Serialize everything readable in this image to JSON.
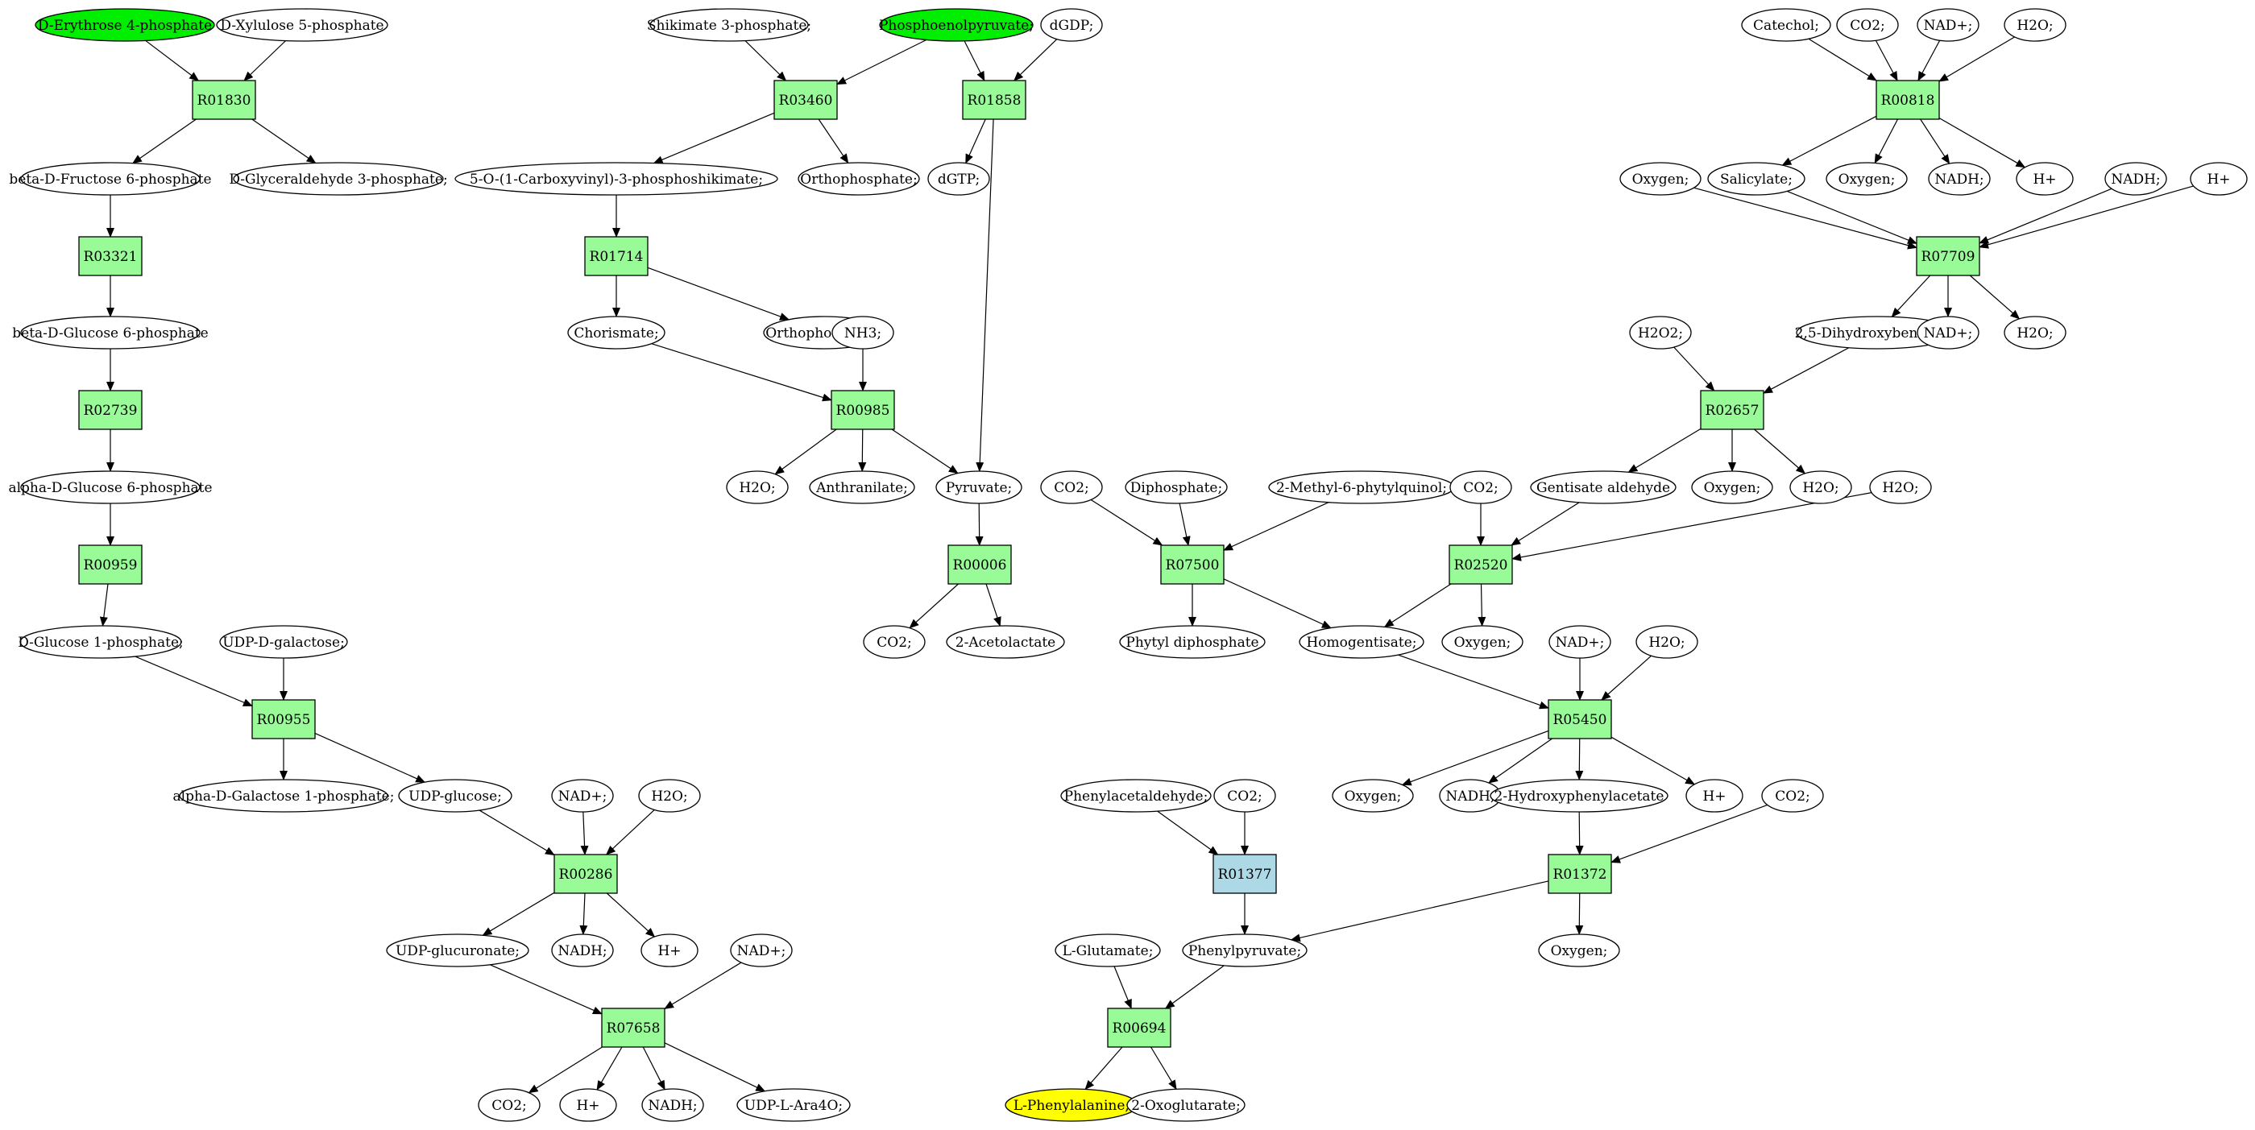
{
  "colors": {
    "compound": "#ffffff",
    "source": "#00ee00",
    "target": "#ffff00",
    "reaction": "#98fb98",
    "reaction_highlight": "#add8e6"
  },
  "compounds": [
    {
      "id": "c1",
      "label": "D-Erythrose 4-phosphate",
      "style": "source"
    },
    {
      "id": "c2",
      "label": "D-Xylulose 5-phosphate"
    },
    {
      "id": "c3",
      "label": "beta-D-Fructose 6-phosphate"
    },
    {
      "id": "c4",
      "label": "D-Glyceraldehyde 3-phosphate;"
    },
    {
      "id": "c5",
      "label": "beta-D-Glucose 6-phosphate"
    },
    {
      "id": "c6",
      "label": "alpha-D-Glucose 6-phosphate"
    },
    {
      "id": "c7",
      "label": "D-Glucose 1-phosphate;"
    },
    {
      "id": "c8",
      "label": "UDP-D-galactose;"
    },
    {
      "id": "c9",
      "label": "alpha-D-Galactose 1-phosphate;"
    },
    {
      "id": "c10",
      "label": "UDP-glucose;"
    },
    {
      "id": "c11",
      "label": "NAD+;"
    },
    {
      "id": "c12",
      "label": "H2O;"
    },
    {
      "id": "c13",
      "label": "UDP-glucuronate;"
    },
    {
      "id": "c14",
      "label": "NADH;"
    },
    {
      "id": "c15",
      "label": "H+"
    },
    {
      "id": "c16",
      "label": "NAD+;"
    },
    {
      "id": "c17",
      "label": "CO2;"
    },
    {
      "id": "c18",
      "label": "H+"
    },
    {
      "id": "c19",
      "label": "NADH;"
    },
    {
      "id": "c20",
      "label": "UDP-L-Ara4O;"
    },
    {
      "id": "c21",
      "label": "Shikimate 3-phosphate;"
    },
    {
      "id": "c22",
      "label": "Phosphoenolpyruvate;",
      "style": "source"
    },
    {
      "id": "c23",
      "label": "dGDP;"
    },
    {
      "id": "c24",
      "label": "5-O-(1-Carboxyvinyl)-3-phosphoshikimate;"
    },
    {
      "id": "c25",
      "label": "Orthophosphate;"
    },
    {
      "id": "c26",
      "label": "dGTP;"
    },
    {
      "id": "c27",
      "label": "Chorismate;"
    },
    {
      "id": "c28",
      "label": "Orthophosphate;"
    },
    {
      "id": "c29",
      "label": "NH3;"
    },
    {
      "id": "c30",
      "label": "H2O;"
    },
    {
      "id": "c31",
      "label": "Anthranilate;"
    },
    {
      "id": "c32",
      "label": "Pyruvate;"
    },
    {
      "id": "c33",
      "label": "CO2;"
    },
    {
      "id": "c34",
      "label": "2-Acetolactate"
    },
    {
      "id": "c35",
      "label": "Catechol;"
    },
    {
      "id": "c36",
      "label": "CO2;"
    },
    {
      "id": "c37",
      "label": "NAD+;"
    },
    {
      "id": "c38",
      "label": "H2O;"
    },
    {
      "id": "c39",
      "label": "Oxygen;"
    },
    {
      "id": "c40",
      "label": "Salicylate;"
    },
    {
      "id": "c41",
      "label": "Oxygen;"
    },
    {
      "id": "c42",
      "label": "NADH;"
    },
    {
      "id": "c43",
      "label": "H+"
    },
    {
      "id": "c44",
      "label": "NADH;"
    },
    {
      "id": "c45",
      "label": "H+"
    },
    {
      "id": "c46",
      "label": "H2O2;"
    },
    {
      "id": "c47",
      "label": "2,5-Dihydroxybenzoate;"
    },
    {
      "id": "c48",
      "label": "NAD+;"
    },
    {
      "id": "c49",
      "label": "H2O;"
    },
    {
      "id": "c50",
      "label": "CO2;"
    },
    {
      "id": "c51",
      "label": "Diphosphate;"
    },
    {
      "id": "c52",
      "label": "2-Methyl-6-phytylquinol;"
    },
    {
      "id": "c53",
      "label": "CO2;"
    },
    {
      "id": "c54",
      "label": "Gentisate aldehyde"
    },
    {
      "id": "c55",
      "label": "Oxygen;"
    },
    {
      "id": "c56",
      "label": "H2O;"
    },
    {
      "id": "c57",
      "label": "H2O;"
    },
    {
      "id": "c58",
      "label": "Phytyl diphosphate"
    },
    {
      "id": "c59",
      "label": "Homogentisate;"
    },
    {
      "id": "c60",
      "label": "Oxygen;"
    },
    {
      "id": "c61",
      "label": "NAD+;"
    },
    {
      "id": "c62",
      "label": "H2O;"
    },
    {
      "id": "c63",
      "label": "Oxygen;"
    },
    {
      "id": "c64",
      "label": "NADH;"
    },
    {
      "id": "c65",
      "label": "2-Hydroxyphenylacetate"
    },
    {
      "id": "c66",
      "label": "H+"
    },
    {
      "id": "c67",
      "label": "Phenylacetaldehyde;"
    },
    {
      "id": "c68",
      "label": "CO2;"
    },
    {
      "id": "c69",
      "label": "CO2;"
    },
    {
      "id": "c70",
      "label": "L-Glutamate;"
    },
    {
      "id": "c71",
      "label": "Phenylpyruvate;"
    },
    {
      "id": "c72",
      "label": "Oxygen;"
    },
    {
      "id": "c73",
      "label": "L-Phenylalanine;",
      "style": "target"
    },
    {
      "id": "c74",
      "label": "2-Oxoglutarate;"
    }
  ],
  "reactions": [
    {
      "id": "r1",
      "label": "R01830"
    },
    {
      "id": "r2",
      "label": "R03321"
    },
    {
      "id": "r3",
      "label": "R02739"
    },
    {
      "id": "r4",
      "label": "R00959"
    },
    {
      "id": "r5",
      "label": "R00955"
    },
    {
      "id": "r6",
      "label": "R00286"
    },
    {
      "id": "r7",
      "label": "R07658"
    },
    {
      "id": "r8",
      "label": "R03460"
    },
    {
      "id": "r9",
      "label": "R01858"
    },
    {
      "id": "r10",
      "label": "R01714"
    },
    {
      "id": "r11",
      "label": "R00985"
    },
    {
      "id": "r12",
      "label": "R00006"
    },
    {
      "id": "r13",
      "label": "R00818"
    },
    {
      "id": "r14",
      "label": "R07709"
    },
    {
      "id": "r15",
      "label": "R02657"
    },
    {
      "id": "r16",
      "label": "R07500"
    },
    {
      "id": "r17",
      "label": "R02520"
    },
    {
      "id": "r18",
      "label": "R05450"
    },
    {
      "id": "r19",
      "label": "R01377",
      "style": "reaction_highlight"
    },
    {
      "id": "r20",
      "label": "R01372"
    },
    {
      "id": "r21",
      "label": "R00694"
    }
  ],
  "edges": [
    [
      "c1",
      "r1"
    ],
    [
      "c2",
      "r1"
    ],
    [
      "r1",
      "c3"
    ],
    [
      "r1",
      "c4"
    ],
    [
      "c3",
      "r2"
    ],
    [
      "r2",
      "c5"
    ],
    [
      "c5",
      "r3"
    ],
    [
      "r3",
      "c6"
    ],
    [
      "c6",
      "r4"
    ],
    [
      "r4",
      "c7"
    ],
    [
      "c7",
      "r5"
    ],
    [
      "c8",
      "r5"
    ],
    [
      "r5",
      "c9"
    ],
    [
      "r5",
      "c10"
    ],
    [
      "c10",
      "r6"
    ],
    [
      "c11",
      "r6"
    ],
    [
      "c12",
      "r6"
    ],
    [
      "r6",
      "c13"
    ],
    [
      "r6",
      "c14"
    ],
    [
      "r6",
      "c15"
    ],
    [
      "c13",
      "r7"
    ],
    [
      "c16",
      "r7"
    ],
    [
      "r7",
      "c17"
    ],
    [
      "r7",
      "c18"
    ],
    [
      "r7",
      "c19"
    ],
    [
      "r7",
      "c20"
    ],
    [
      "c21",
      "r8"
    ],
    [
      "c22",
      "r8"
    ],
    [
      "r8",
      "c24"
    ],
    [
      "r8",
      "c25"
    ],
    [
      "c22",
      "r9"
    ],
    [
      "c23",
      "r9"
    ],
    [
      "r9",
      "c26"
    ],
    [
      "r9",
      "c32"
    ],
    [
      "c24",
      "r10"
    ],
    [
      "r10",
      "c27"
    ],
    [
      "r10",
      "c28"
    ],
    [
      "c27",
      "r11"
    ],
    [
      "c29",
      "r11"
    ],
    [
      "r11",
      "c30"
    ],
    [
      "r11",
      "c31"
    ],
    [
      "r11",
      "c32"
    ],
    [
      "c32",
      "r12"
    ],
    [
      "r12",
      "c33"
    ],
    [
      "r12",
      "c34"
    ],
    [
      "c35",
      "r13"
    ],
    [
      "c36",
      "r13"
    ],
    [
      "c37",
      "r13"
    ],
    [
      "c38",
      "r13"
    ],
    [
      "r13",
      "c40"
    ],
    [
      "r13",
      "c41"
    ],
    [
      "r13",
      "c42"
    ],
    [
      "r13",
      "c43"
    ],
    [
      "c39",
      "r14"
    ],
    [
      "c40",
      "r14"
    ],
    [
      "c44",
      "r14"
    ],
    [
      "c45",
      "r14"
    ],
    [
      "r14",
      "c47"
    ],
    [
      "r14",
      "c48"
    ],
    [
      "r14",
      "c49"
    ],
    [
      "c46",
      "r15"
    ],
    [
      "c47",
      "r15"
    ],
    [
      "r15",
      "c54"
    ],
    [
      "r15",
      "c55"
    ],
    [
      "r15",
      "c56"
    ],
    [
      "c50",
      "r16"
    ],
    [
      "c51",
      "r16"
    ],
    [
      "c52",
      "r16"
    ],
    [
      "r16",
      "c58"
    ],
    [
      "r16",
      "c59"
    ],
    [
      "c53",
      "r17"
    ],
    [
      "c54",
      "r17"
    ],
    [
      "c57",
      "r17"
    ],
    [
      "r17",
      "c59"
    ],
    [
      "r17",
      "c60"
    ],
    [
      "c59",
      "r18"
    ],
    [
      "c61",
      "r18"
    ],
    [
      "c62",
      "r18"
    ],
    [
      "r18",
      "c63"
    ],
    [
      "r18",
      "c64"
    ],
    [
      "r18",
      "c65"
    ],
    [
      "r18",
      "c66"
    ],
    [
      "c67",
      "r19"
    ],
    [
      "c68",
      "r19"
    ],
    [
      "r19",
      "c71"
    ],
    [
      "c65",
      "r20"
    ],
    [
      "c69",
      "r20"
    ],
    [
      "r20",
      "c71"
    ],
    [
      "r20",
      "c72"
    ],
    [
      "c70",
      "r21"
    ],
    [
      "c71",
      "r21"
    ],
    [
      "r21",
      "c73"
    ],
    [
      "r21",
      "c74"
    ]
  ]
}
